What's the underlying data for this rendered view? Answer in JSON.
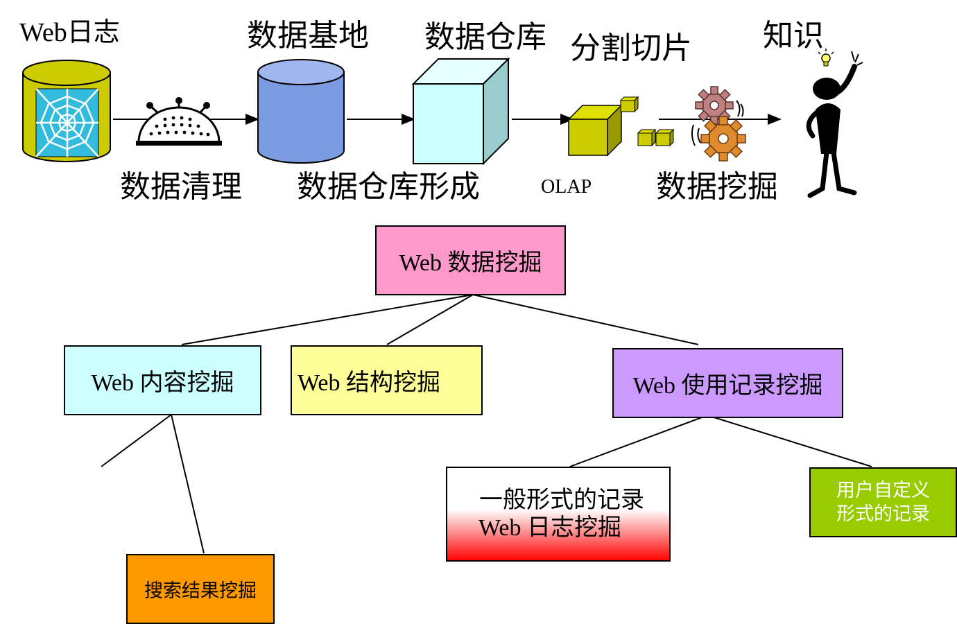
{
  "pipeline": {
    "stages": {
      "web_log": "Web日志",
      "data_base": "数据基地",
      "warehouse": "数据仓库",
      "slice": "分割切片",
      "knowledge": "知识"
    },
    "steps": {
      "cleaning": "数据清理",
      "warehouse_forming": "数据仓库形成",
      "olap": "OLAP",
      "mining": "数据挖掘"
    }
  },
  "tree": {
    "root": "Web 数据挖掘",
    "content": "Web 内容挖掘",
    "structure": "Web 结构挖掘",
    "usage": "Web 使用记录挖掘",
    "search": "搜索结果挖掘",
    "general": {
      "line1": "一般形式的记录",
      "line2": "Web 日志挖掘"
    },
    "custom": {
      "line1": "用户自定义",
      "line2": "形式的记录"
    }
  },
  "colors": {
    "root": "#ff99cc",
    "content": "#ccffff",
    "structure": "#ffff99",
    "usage": "#cc99ff",
    "search": "#ff9900",
    "custom": "#99cc00",
    "general_top": "#ffffff",
    "general_bottom": "#ff0000",
    "cylinder_blue": "#7b9be0",
    "cylinder_yellow": "#cccc00",
    "cube_cyan": "#ccffff",
    "cube_olive": "#cccc00"
  }
}
